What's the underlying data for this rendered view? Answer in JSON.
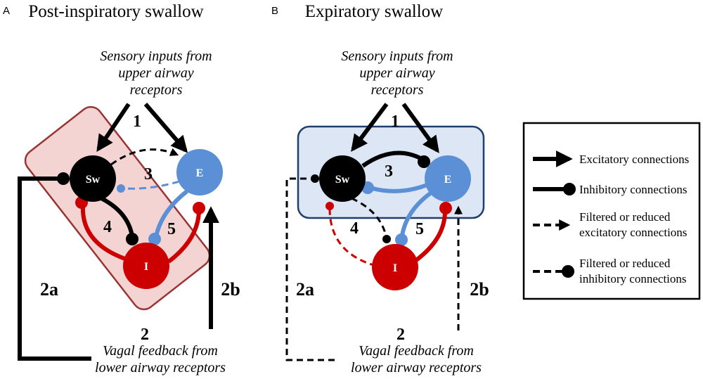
{
  "panel_a": {
    "letter": "A",
    "title": "Post-inspiratory swallow",
    "sensory_line1": "Sensory inputs from",
    "sensory_line2": "upper airway",
    "sensory_line3": "receptors",
    "vagal_line1": "Vagal feedback from",
    "vagal_line2": "lower airway receptors",
    "label_1": "1",
    "label_2": "2",
    "label_2a": "2a",
    "label_2b": "2b",
    "label_3": "3",
    "label_4": "4",
    "label_5": "5",
    "node_sw": "Sw",
    "node_e": "E",
    "node_i": "I"
  },
  "panel_b": {
    "letter": "B",
    "title": "Expiratory swallow",
    "sensory_line1": "Sensory inputs from",
    "sensory_line2": "upper airway",
    "sensory_line3": "receptors",
    "vagal_line1": "Vagal feedback from",
    "vagal_line2": "lower airway receptors",
    "label_1": "1",
    "label_2": "2",
    "label_2a": "2a",
    "label_2b": "2b",
    "label_3": "3",
    "label_4": "4",
    "label_5": "5",
    "node_sw": "Sw",
    "node_e": "E",
    "node_i": "I"
  },
  "legend": {
    "excitatory": "Excitatory connections",
    "inhibitory": "Inhibitory connections",
    "filtered_exc_line1": "Filtered or reduced",
    "filtered_exc_line2": "excitatory connections",
    "filtered_inh_line1": "Filtered or reduced",
    "filtered_inh_line2": "inhibitory connections"
  },
  "colors": {
    "sw_node": "#000000",
    "e_node": "#5b8fd6",
    "i_node": "#cc0000",
    "box_a_fill": "#f4d3d3",
    "box_a_stroke": "#9b3434",
    "box_b_fill": "#dce6f4",
    "box_b_stroke": "#1f3f6e"
  }
}
